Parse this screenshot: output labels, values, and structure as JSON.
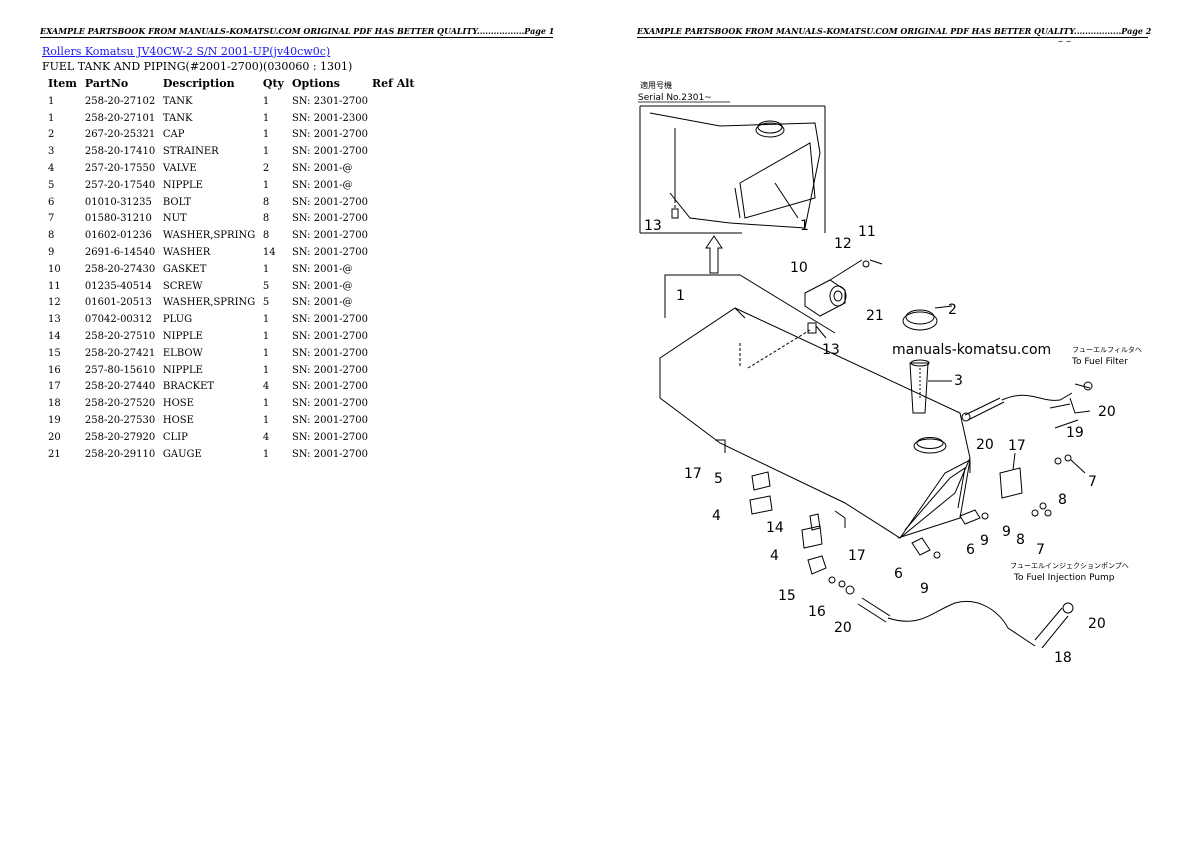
{
  "header": {
    "page1": "EXAMPLE PARTSBOOK FROM MANUALS-KOMATSU.COM ORIGINAL PDF HAS BETTER QUALITY.................Page 1",
    "page2": "EXAMPLE PARTSBOOK FROM MANUALS-KOMATSU.COM ORIGINAL PDF HAS BETTER QUALITY.................Page 2",
    "dash": "– –"
  },
  "doc": {
    "title_link": "Rollers Komatsu JV40CW-2 S/N 2001-UP(jv40cw0c)",
    "subtitle": "FUEL TANK AND PIPING(#2001-2700)(030060 : 1301)"
  },
  "table": {
    "headers": [
      "Item",
      "PartNo",
      "Description",
      "Qty",
      "Options",
      "Ref Alt"
    ],
    "rows": [
      [
        "1",
        "258-20-27102",
        "TANK",
        "1",
        "SN: 2301-2700",
        ""
      ],
      [
        "1",
        "258-20-27101",
        "TANK",
        "1",
        "SN: 2001-2300",
        ""
      ],
      [
        "2",
        "267-20-25321",
        "CAP",
        "1",
        "SN: 2001-2700",
        ""
      ],
      [
        "3",
        "258-20-17410",
        "STRAINER",
        "1",
        "SN: 2001-2700",
        ""
      ],
      [
        "4",
        "257-20-17550",
        "VALVE",
        "2",
        "SN: 2001-@",
        ""
      ],
      [
        "5",
        "257-20-17540",
        "NIPPLE",
        "1",
        "SN: 2001-@",
        ""
      ],
      [
        "6",
        "01010-31235",
        "BOLT",
        "8",
        "SN: 2001-2700",
        ""
      ],
      [
        "7",
        "01580-31210",
        "NUT",
        "8",
        "SN: 2001-2700",
        ""
      ],
      [
        "8",
        "01602-01236",
        "WASHER,SPRING",
        "8",
        "SN: 2001-2700",
        ""
      ],
      [
        "9",
        "2691-6-14540",
        "WASHER",
        "14",
        "SN: 2001-2700",
        ""
      ],
      [
        "10",
        "258-20-27430",
        "GASKET",
        "1",
        "SN: 2001-@",
        ""
      ],
      [
        "11",
        "01235-40514",
        "SCREW",
        "5",
        "SN: 2001-@",
        ""
      ],
      [
        "12",
        "01601-20513",
        "WASHER,SPRING",
        "5",
        "SN: 2001-@",
        ""
      ],
      [
        "13",
        "07042-00312",
        "PLUG",
        "1",
        "SN: 2001-2700",
        ""
      ],
      [
        "14",
        "258-20-27510",
        "NIPPLE",
        "1",
        "SN: 2001-2700",
        ""
      ],
      [
        "15",
        "258-20-27421",
        "ELBOW",
        "1",
        "SN: 2001-2700",
        ""
      ],
      [
        "16",
        "257-80-15610",
        "NIPPLE",
        "1",
        "SN: 2001-2700",
        ""
      ],
      [
        "17",
        "258-20-27440",
        "BRACKET",
        "4",
        "SN: 2001-2700",
        ""
      ],
      [
        "18",
        "258-20-27520",
        "HOSE",
        "1",
        "SN: 2001-2700",
        ""
      ],
      [
        "19",
        "258-20-27530",
        "HOSE",
        "1",
        "SN: 2001-2700",
        ""
      ],
      [
        "20",
        "258-20-27920",
        "CLIP",
        "4",
        "SN: 2001-2700",
        ""
      ],
      [
        "21",
        "258-20-29110",
        "GAUGE",
        "1",
        "SN: 2001-2700",
        ""
      ]
    ]
  },
  "diagram": {
    "serial_jp": "適用号機",
    "serial_label": "Serial No.2301~",
    "watermark": "manuals-komatsu.com",
    "filter_jp": "フューエルフィルタヘ",
    "filter_label": "To Fuel Filter",
    "pump_jp": "フューエルインジェクションポンプヘ",
    "pump_label": "To Fuel Injection Pump",
    "callouts": {
      "c1": "1",
      "c1b": "1",
      "c2": "2",
      "c3": "3",
      "c4": "4",
      "c4b": "4",
      "c5": "5",
      "c6": "6",
      "c6b": "6",
      "c7": "7",
      "c7b": "7",
      "c8": "8",
      "c8b": "8",
      "c9": "9",
      "c9b": "9",
      "c9c": "9",
      "c10": "10",
      "c11": "11",
      "c12": "12",
      "c13": "13",
      "c13b": "13",
      "c14": "14",
      "c15": "15",
      "c16": "16",
      "c17": "17",
      "c17b": "17",
      "c17c": "17",
      "c18": "18",
      "c19": "19",
      "c20": "20",
      "c20b": "20",
      "c20c": "20",
      "c20d": "20",
      "c21": "21"
    }
  }
}
